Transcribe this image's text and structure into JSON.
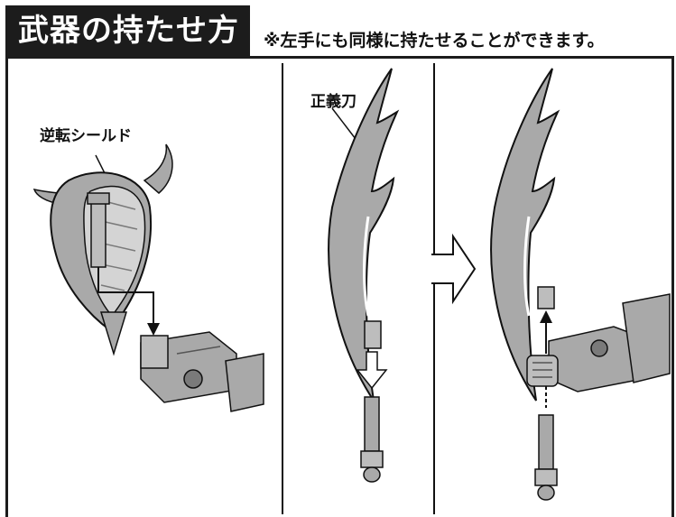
{
  "title": "武器の持たせ方",
  "note": "※左手にも同様に持たせることができます。",
  "labels": {
    "shield": "逆転シールド",
    "sword": "正義刀"
  },
  "colors": {
    "title_bg": "#1c1c1c",
    "part_gray": "#a9a9a9",
    "part_dark": "#7a7a7a",
    "line": "#111111"
  }
}
